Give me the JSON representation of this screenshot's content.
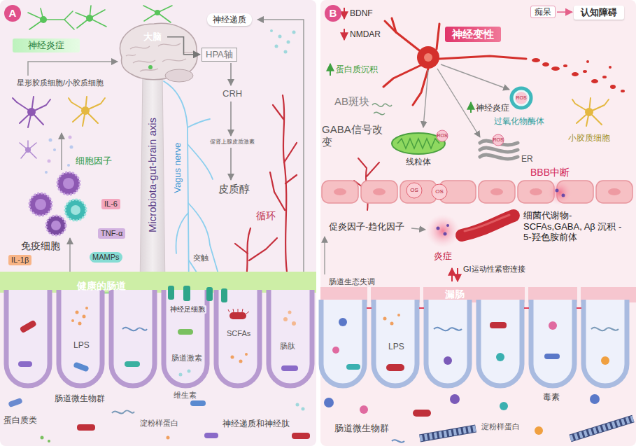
{
  "diagram": {
    "nodes": [
      {
        "text": [
          "A"
        ]
      },
      {
        "text": [
          "神经炎症"
        ],
        "in": 0
      },
      {
        "text": [
          "大脑"
        ],
        "in": 0
      },
      {
        "text": [
          "神经递质"
        ],
        "in": 0
      },
      {
        "text": [
          "HPA轴"
        ],
        "in": 0
      },
      {
        "text": [
          "IL-6"
        ],
        "in": 0
      },
      {
        "text": [
          "TNF-α"
        ],
        "in": 0
      },
      {
        "text": [
          "MAMPs"
        ],
        "in": 0
      },
      {
        "text": [
          "IL-1β"
        ],
        "in": 0
      },
      {
        "text": [
          "健康的肠道"
        ],
        "in": 0
      },
      {
        "text": [
          "B"
        ]
      },
      {
        "text": [
          "痴呆"
        ],
        "in": 10
      },
      {
        "text": [
          "认知障碍"
        ],
        "in": 10
      },
      {
        "text": [
          "神经变性"
        ],
        "in": 10
      },
      {
        "text": [
          "漏肠"
        ],
        "in": 10
      }
    ],
    "edges": [
      {
        "from": 2,
        "to": 4,
        "arrow": "to"
      },
      {
        "from": 11,
        "to": 12,
        "arrow": "to"
      }
    ],
    "labels": [
      "星形胶质细胞/小胶质细胞",
      "细胞因子",
      "免疫细胞",
      "Microbiota-gut-brain axis",
      "Vagus nerve",
      "CRH",
      "促肾上腺皮质激素",
      "皮质醇",
      "循环",
      "突触",
      "神经足细胞",
      "LPS",
      "SCFAs",
      "肠肽",
      "肠道激素",
      "维生素",
      "肠道微生物群",
      "蛋白质类",
      "淀粉样蛋白",
      "神经递质和神经肽",
      "BDNF",
      "NMDAR",
      "蛋白质沉积",
      "神经炎症",
      "AB斑块",
      "GABA信号改变",
      "ROS",
      "线粒体",
      "ROS",
      "过氧化物酶体",
      "ROS",
      "ER",
      "小胶质细胞",
      "BBB中断",
      "OS",
      "OS",
      "促炎因子-趋化因子",
      "炎症",
      "细菌代谢物- SCFAs,GABA, Aβ 沉积 - 5-羟色胺前体",
      "GI运动性紧密连接",
      "肠道生态失调",
      "LPS",
      "毒素",
      "肠道微生物群",
      "淀粉样蛋白"
    ]
  }
}
